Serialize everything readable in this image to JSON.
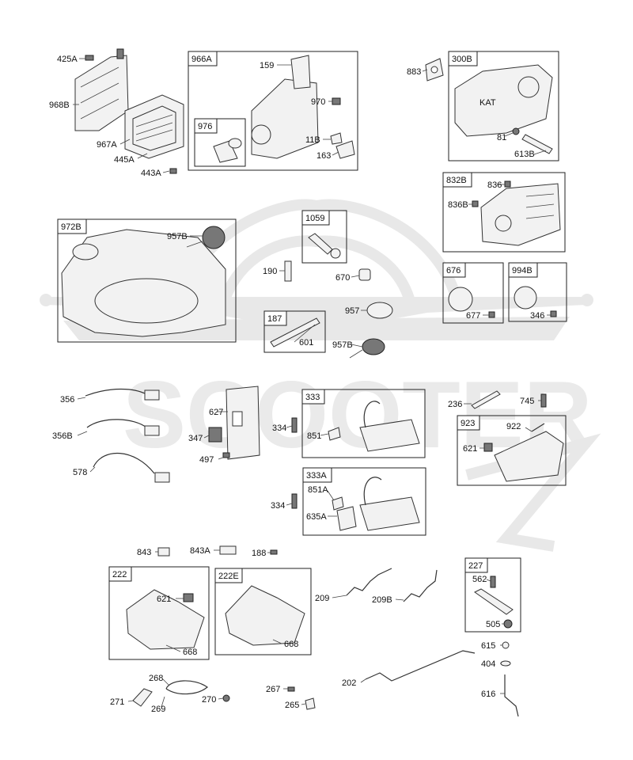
{
  "watermark": {
    "text": "SCOOTER"
  },
  "groups": [
    {
      "id": "966A"
    },
    {
      "id": "976"
    },
    {
      "id": "300B"
    },
    {
      "id": "832B"
    },
    {
      "id": "972B"
    },
    {
      "id": "1059"
    },
    {
      "id": "676"
    },
    {
      "id": "994B"
    },
    {
      "id": "187"
    },
    {
      "id": "333"
    },
    {
      "id": "333A"
    },
    {
      "id": "923"
    },
    {
      "id": "222"
    },
    {
      "id": "222E"
    },
    {
      "id": "227"
    }
  ],
  "parts": [
    "425A",
    "968B",
    "967A",
    "445A",
    "443A",
    "159",
    "970",
    "11B",
    "163",
    "883",
    "KAT",
    "81",
    "613B",
    "836",
    "836B",
    "957B",
    "190",
    "670",
    "957",
    "601",
    "677",
    "346",
    "356",
    "356B",
    "578",
    "627",
    "347",
    "497",
    "334",
    "851",
    "236",
    "745",
    "922",
    "621",
    "851A",
    "635A",
    "843",
    "843A",
    "188",
    "209",
    "209B",
    "562",
    "505",
    "668",
    "615",
    "404",
    "202",
    "268",
    "271",
    "269",
    "270",
    "267",
    "265",
    "616"
  ]
}
